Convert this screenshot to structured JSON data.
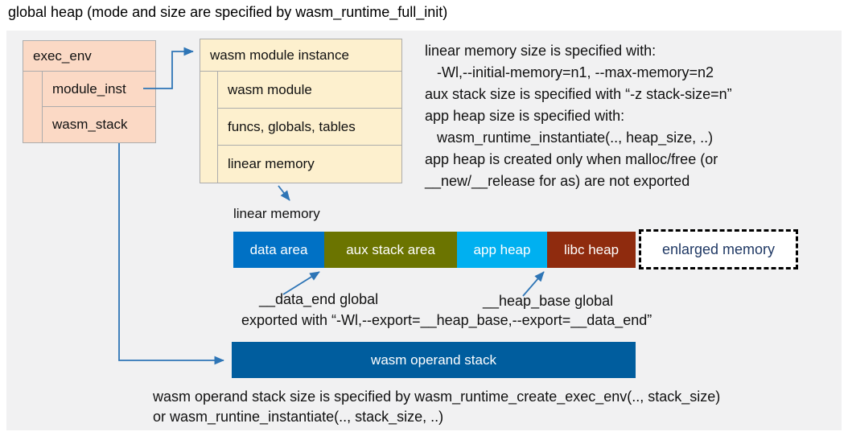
{
  "title": "global heap (mode and size are specified by wasm_runtime_full_init)",
  "exec_env": {
    "header": "exec_env",
    "rows": [
      "module_inst",
      "wasm_stack"
    ]
  },
  "module_instance": {
    "header": "wasm module instance",
    "rows": [
      "wasm module",
      "funcs, globals, tables",
      "linear memory"
    ]
  },
  "right_notes": {
    "lines": [
      "linear memory size is specified with:",
      "   -Wl,--initial-memory=n1, --max-memory=n2",
      "aux stack size is specified with “-z stack-size=n”",
      "app heap size is specified with:",
      "   wasm_runtime_instantiate(.., heap_size, ..)",
      "app heap is created only when malloc/free (or",
      "__new/__release for as) are not exported"
    ]
  },
  "linear_memory": {
    "label": "linear memory",
    "segments": [
      {
        "label": "data area",
        "color": "#0071C5"
      },
      {
        "label": "aux stack area",
        "color": "#6B7400"
      },
      {
        "label": "app heap",
        "color": "#00B0F0"
      },
      {
        "label": "libc heap",
        "color": "#8F2B0E"
      }
    ],
    "enlarged_label": "enlarged memory",
    "enlarged_text_color": "#1F3864"
  },
  "pointer_labels": {
    "data_end": "__data_end global",
    "heap_base": "__heap_base global",
    "export_note": "exported with “-Wl,--export=__heap_base,--export=__data_end”"
  },
  "operand_stack": {
    "label": "wasm operand stack",
    "color": "#005D9E"
  },
  "bottom_notes": {
    "lines": [
      "wasm operand stack size is specified by wasm_runtime_create_exec_env(.., stack_size)",
      "or wasm_runtine_instantiate(.., stack_size, ..)"
    ]
  },
  "colors": {
    "exec_env_fill": "#FBD9C5",
    "module_instance_fill": "#FDF0CE",
    "panel_bg": "#F1F1F2",
    "arrow": "#2E75B6",
    "box_border": "#ACACAC"
  }
}
